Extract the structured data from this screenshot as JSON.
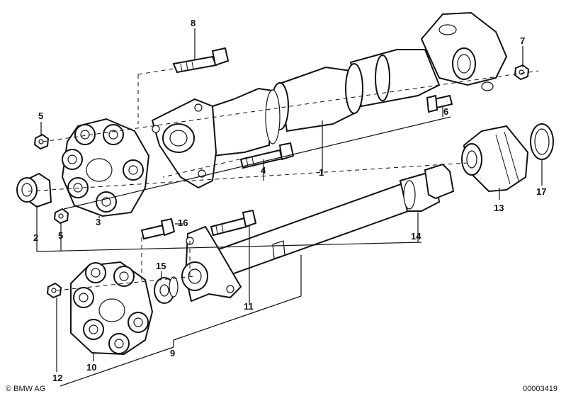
{
  "callouts": {
    "c1": "1",
    "c2": "2",
    "c3": "3",
    "c4": "4",
    "c5a": "5",
    "c5b": "5",
    "c6": "6",
    "c7": "7",
    "c8": "8",
    "c9": "9",
    "c10": "10",
    "c11": "11",
    "c12": "12",
    "c13": "13",
    "c14": "14",
    "c15": "15",
    "c16": "16",
    "c17": "17"
  },
  "footer": {
    "brand": "© BMW AG",
    "drawing_number": "00003419"
  }
}
